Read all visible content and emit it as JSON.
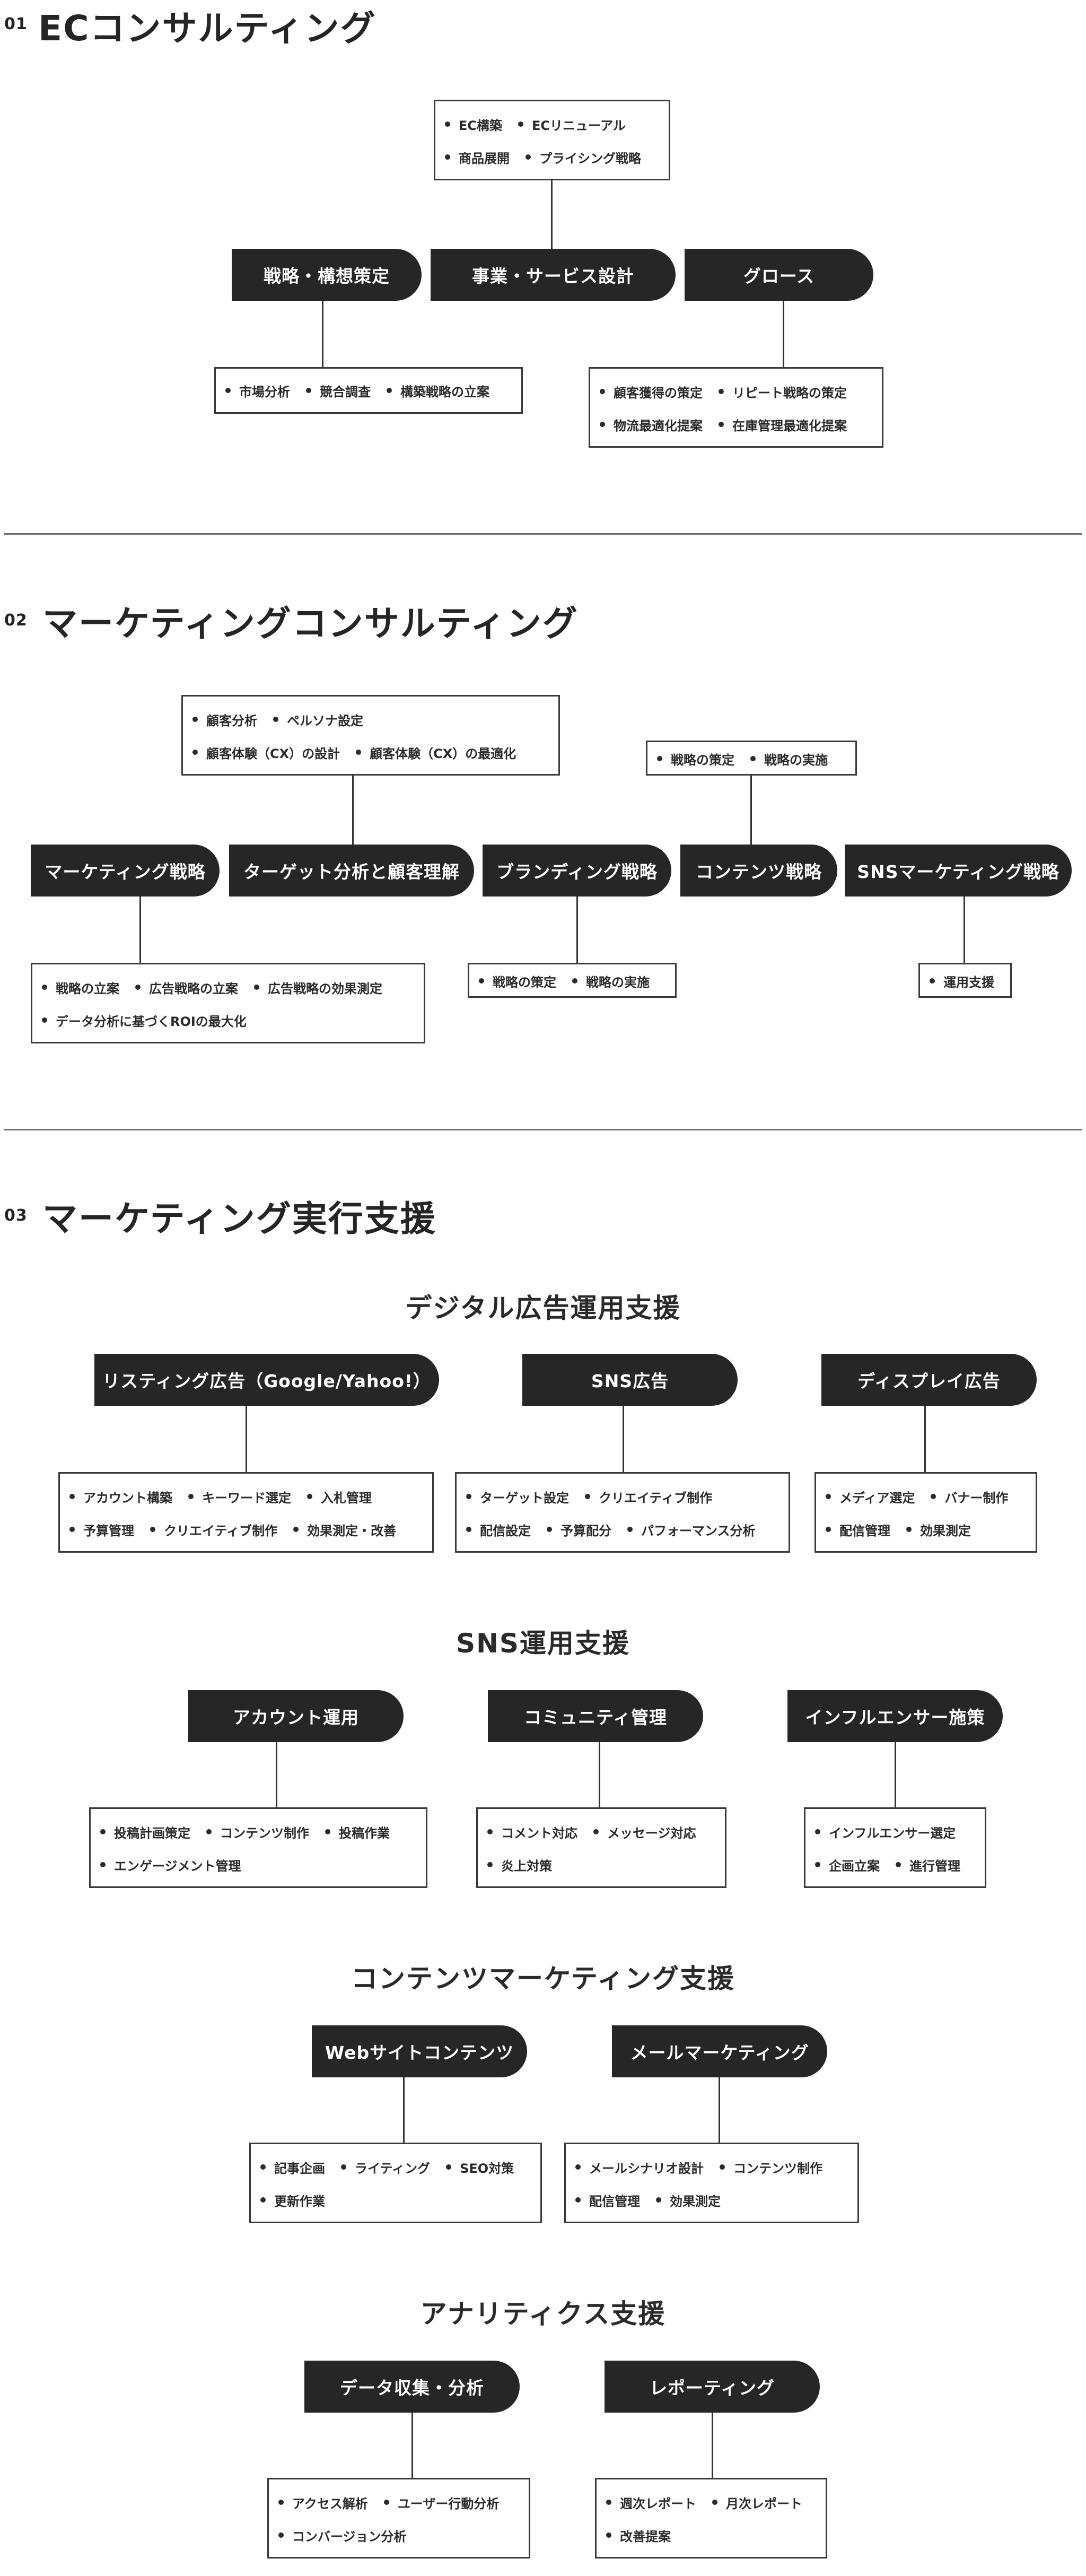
{
  "sections": [
    {
      "num": "01",
      "title": "ECコンサルティング"
    },
    {
      "num": "02",
      "title": "マーケティングコンサルティング"
    },
    {
      "num": "03",
      "title": "マーケティング実行支援"
    }
  ],
  "ec": {
    "pills": [
      "戦略・構想策定",
      "事業・サービス設計",
      "グロース"
    ],
    "top_box": [
      [
        "EC構築",
        "ECリニューアル"
      ],
      [
        "商品展開",
        "プライシング戦略"
      ]
    ],
    "left_box": [
      [
        "市場分析",
        "競合調査",
        "構築戦略の立案"
      ]
    ],
    "right_box": [
      [
        "顧客獲得の策定",
        "リピート戦略の策定"
      ],
      [
        "物流最適化提案",
        "在庫管理最適化提案"
      ]
    ]
  },
  "mkt": {
    "pills": [
      "マーケティング戦略",
      "ターゲット分析と顧客理解",
      "ブランディング戦略",
      "コンテンツ戦略",
      "SNSマーケティング戦略"
    ],
    "target_box": [
      [
        "顧客分析",
        "ペルソナ設定"
      ],
      [
        "顧客体験（CX）の設計",
        "顧客体験（CX）の最適化"
      ]
    ],
    "content_box": [
      [
        "戦略の策定",
        "戦略の実施"
      ]
    ],
    "strategy_box": [
      [
        "戦略の立案",
        "広告戦略の立案",
        "広告戦略の効果測定"
      ],
      [
        "データ分析に基づくROIの最大化"
      ]
    ],
    "branding_box": [
      [
        "戦略の策定",
        "戦略の実施"
      ]
    ],
    "sns_box": [
      [
        "運用支援"
      ]
    ]
  },
  "exec": {
    "ads": {
      "title": "デジタル広告運用支援",
      "pills": [
        "リスティング広告（Google/Yahoo!）",
        "SNS広告",
        "ディスプレイ広告"
      ],
      "boxes": [
        [
          [
            "アカウント構築",
            "キーワード選定",
            "入札管理"
          ],
          [
            "予算管理",
            "クリエイティブ制作",
            "効果測定・改善"
          ]
        ],
        [
          [
            "ターゲット設定",
            "クリエイティブ制作"
          ],
          [
            "配信設定",
            "予算配分",
            "パフォーマンス分析"
          ]
        ],
        [
          [
            "メディア選定",
            "バナー制作"
          ],
          [
            "配信管理",
            "効果測定"
          ]
        ]
      ]
    },
    "sns": {
      "title": "SNS運用支援",
      "pills": [
        "アカウント運用",
        "コミュニティ管理",
        "インフルエンサー施策"
      ],
      "boxes": [
        [
          [
            "投稿計画策定",
            "コンテンツ制作",
            "投稿作業"
          ],
          [
            "エンゲージメント管理"
          ]
        ],
        [
          [
            "コメント対応",
            "メッセージ対応"
          ],
          [
            "炎上対策"
          ]
        ],
        [
          [
            "インフルエンサー選定"
          ],
          [
            "企画立案",
            "進行管理"
          ]
        ]
      ]
    },
    "content": {
      "title": "コンテンツマーケティング支援",
      "pills": [
        "Webサイトコンテンツ",
        "メールマーケティング"
      ],
      "boxes": [
        [
          [
            "記事企画",
            "ライティング",
            "SEO対策"
          ],
          [
            "更新作業"
          ]
        ],
        [
          [
            "メールシナリオ設計",
            "コンテンツ制作"
          ],
          [
            "配信管理",
            "効果測定"
          ]
        ]
      ]
    },
    "analytics": {
      "title": "アナリティクス支援",
      "pills": [
        "データ収集・分析",
        "レポーティング"
      ],
      "boxes": [
        [
          [
            "アクセス解析",
            "ユーザー行動分析"
          ],
          [
            "コンバージョン分析"
          ]
        ],
        [
          [
            "週次レポート",
            "月次レポート"
          ],
          [
            "改善提案"
          ]
        ]
      ]
    }
  }
}
